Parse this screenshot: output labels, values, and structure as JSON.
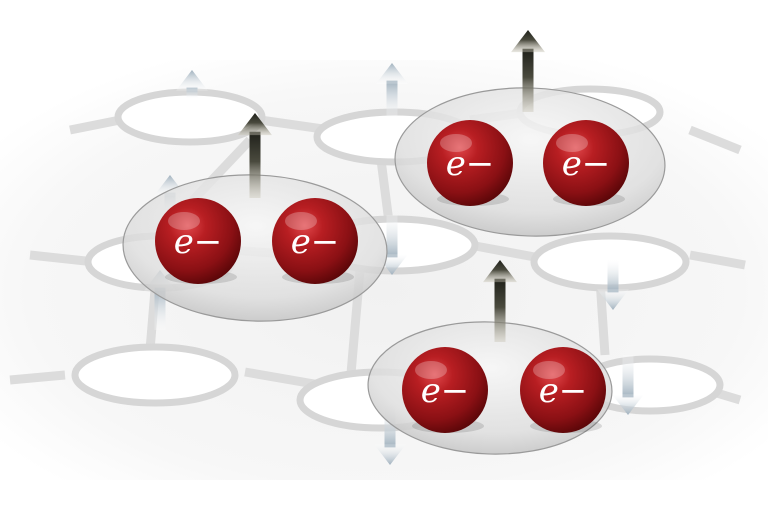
{
  "electron_label": "e−",
  "pairs": [
    {
      "electrons": 2,
      "spin": "up"
    },
    {
      "electrons": 2,
      "spin": "up"
    },
    {
      "electrons": 2,
      "spin": "up"
    }
  ],
  "lattice_spins": [
    "up",
    "up",
    "up",
    "up",
    "down",
    "down",
    "down",
    "down"
  ],
  "colors": {
    "electron": "#a3161a",
    "electron_highlight": "#e0474b",
    "pair_envelope": "#d9d9d9",
    "pair_arrow": "#2b2b22",
    "lattice_arrow": "#a9b7c2",
    "lattice": "#d6d6d6"
  }
}
